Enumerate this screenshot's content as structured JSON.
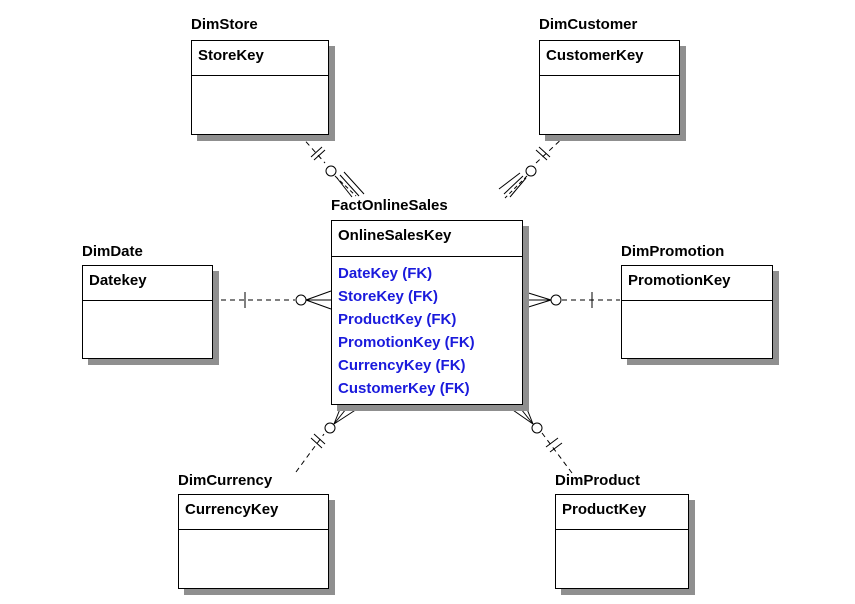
{
  "theme": {
    "line_color": "#000000",
    "fk_text_color": "#1a1adc",
    "shadow_color": "#8f8f8f"
  },
  "fact": {
    "name": "FactOnlineSales",
    "primary_key": "OnlineSalesKey",
    "foreign_keys": [
      "DateKey (FK)",
      "StoreKey (FK)",
      "ProductKey (FK)",
      "PromotionKey (FK)",
      "CurrencyKey (FK)",
      "CustomerKey (FK)"
    ]
  },
  "dimensions": {
    "store": {
      "name": "DimStore",
      "primary_key": "StoreKey"
    },
    "customer": {
      "name": "DimCustomer",
      "primary_key": "CustomerKey"
    },
    "date": {
      "name": "DimDate",
      "primary_key": "Datekey"
    },
    "promotion": {
      "name": "DimPromotion",
      "primary_key": "PromotionKey"
    },
    "currency": {
      "name": "DimCurrency",
      "primary_key": "CurrencyKey"
    },
    "product": {
      "name": "DimProduct",
      "primary_key": "ProductKey"
    }
  },
  "relationships": [
    {
      "from": "DimStore",
      "to": "FactOnlineSales",
      "cardinality": "one-to-zero-or-many"
    },
    {
      "from": "DimCustomer",
      "to": "FactOnlineSales",
      "cardinality": "one-to-zero-or-many"
    },
    {
      "from": "DimDate",
      "to": "FactOnlineSales",
      "cardinality": "one-to-zero-or-many"
    },
    {
      "from": "DimPromotion",
      "to": "FactOnlineSales",
      "cardinality": "one-to-zero-or-many"
    },
    {
      "from": "DimCurrency",
      "to": "FactOnlineSales",
      "cardinality": "one-to-zero-or-many"
    },
    {
      "from": "DimProduct",
      "to": "FactOnlineSales",
      "cardinality": "one-to-zero-or-many"
    }
  ]
}
